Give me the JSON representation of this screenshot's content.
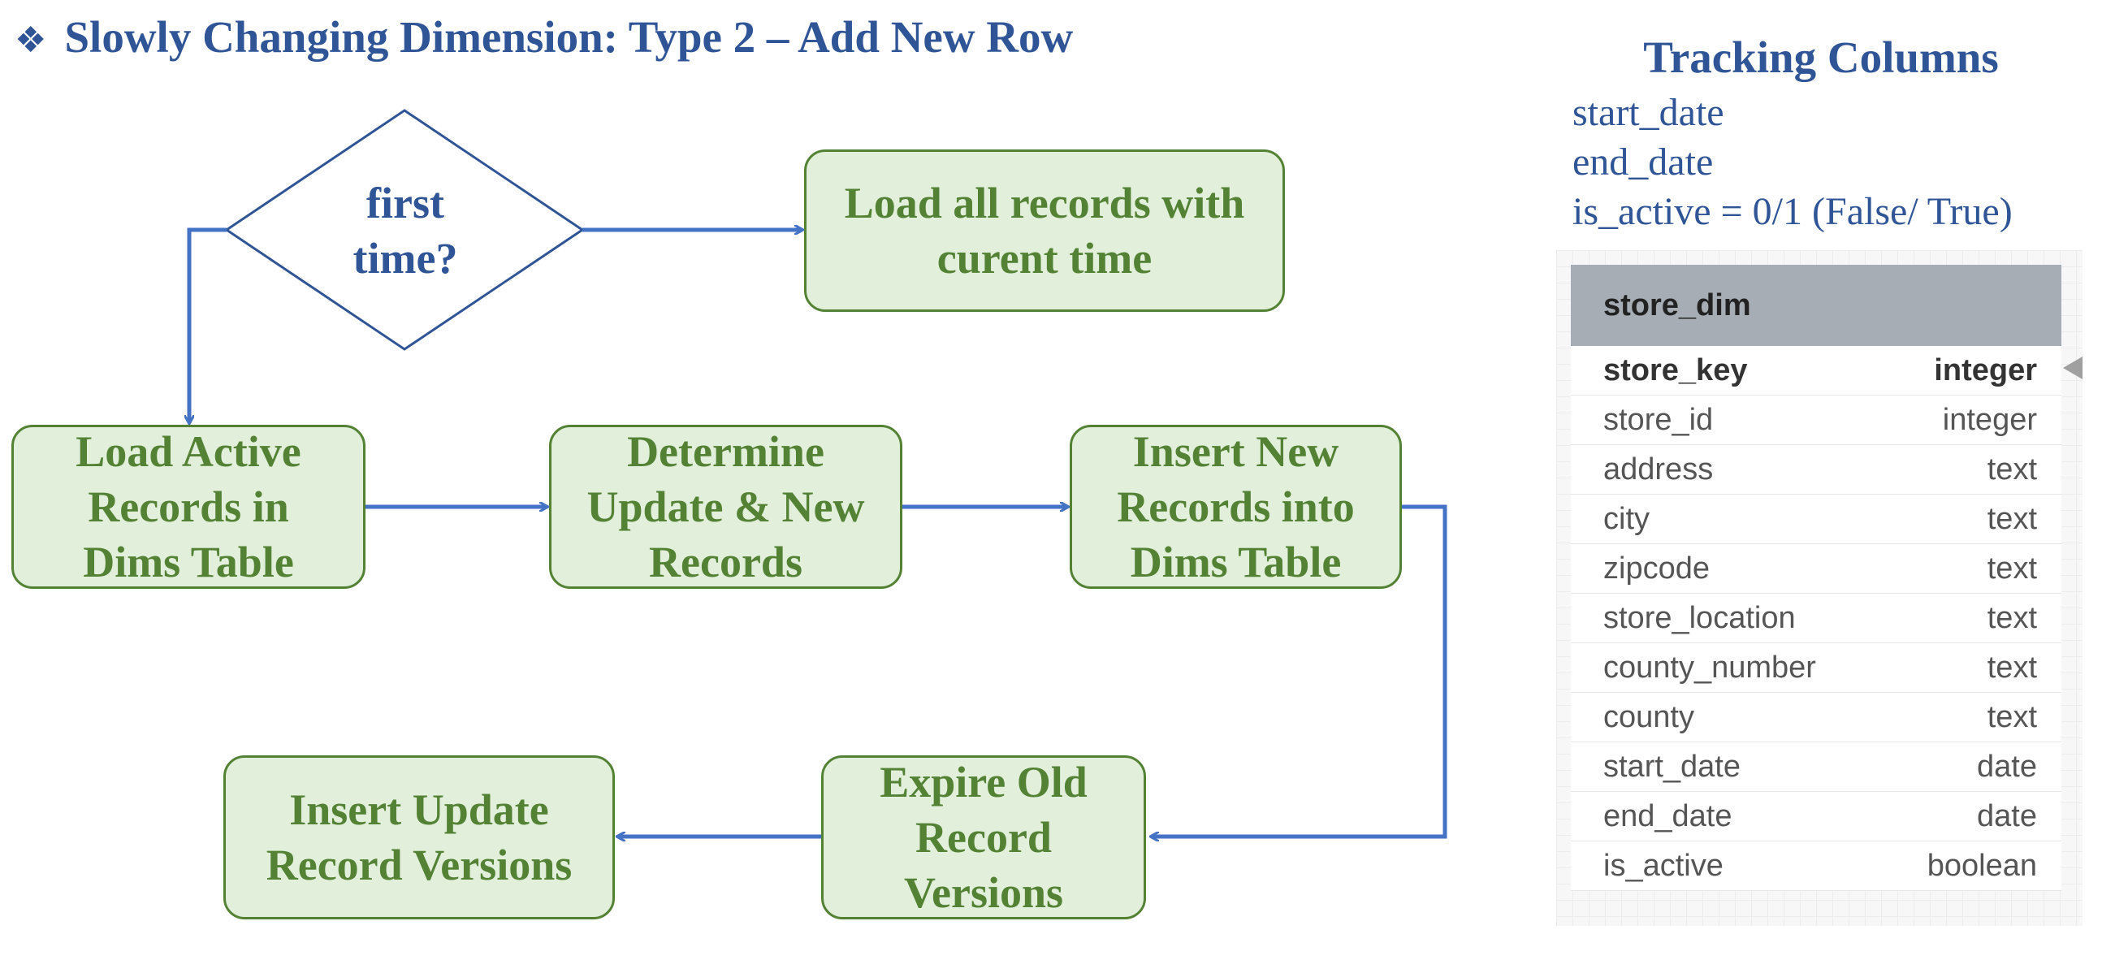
{
  "title": {
    "bullet": "❖",
    "text": "Slowly Changing Dimension: Type 2 – Add New Row"
  },
  "decision": {
    "label": "first\ntime?"
  },
  "boxes": {
    "load_all": "Load all records with\ncurent time",
    "load_active": "Load Active\nRecords in\nDims Table",
    "determine": "Determine\nUpdate & New\nRecords",
    "insert_new": "Insert New\nRecords into\nDims Table",
    "expire_old": "Expire Old\nRecord\nVersions",
    "insert_update": "Insert Update\nRecord Versions"
  },
  "tracking": {
    "heading": "Tracking Columns",
    "lines": [
      "start_date",
      "end_date",
      "is_active = 0/1 (False/ True)"
    ]
  },
  "schema": {
    "table_name": "store_dim",
    "columns": [
      {
        "name": "store_key",
        "type": "integer",
        "primary": true
      },
      {
        "name": "store_id",
        "type": "integer",
        "primary": false
      },
      {
        "name": "address",
        "type": "text",
        "primary": false
      },
      {
        "name": "city",
        "type": "text",
        "primary": false
      },
      {
        "name": "zipcode",
        "type": "text",
        "primary": false
      },
      {
        "name": "store_location",
        "type": "text",
        "primary": false
      },
      {
        "name": "county_number",
        "type": "text",
        "primary": false
      },
      {
        "name": "county",
        "type": "text",
        "primary": false
      },
      {
        "name": "start_date",
        "type": "date",
        "primary": false
      },
      {
        "name": "end_date",
        "type": "date",
        "primary": false
      },
      {
        "name": "is_active",
        "type": "boolean",
        "primary": false
      }
    ]
  },
  "colors": {
    "title": "#2f5597",
    "box_fill": "#e2efda",
    "box_border": "#548235",
    "box_text": "#548235",
    "arrow": "#4472c4",
    "diamond": "#2f5597",
    "schema_header": "#a6adb4"
  }
}
